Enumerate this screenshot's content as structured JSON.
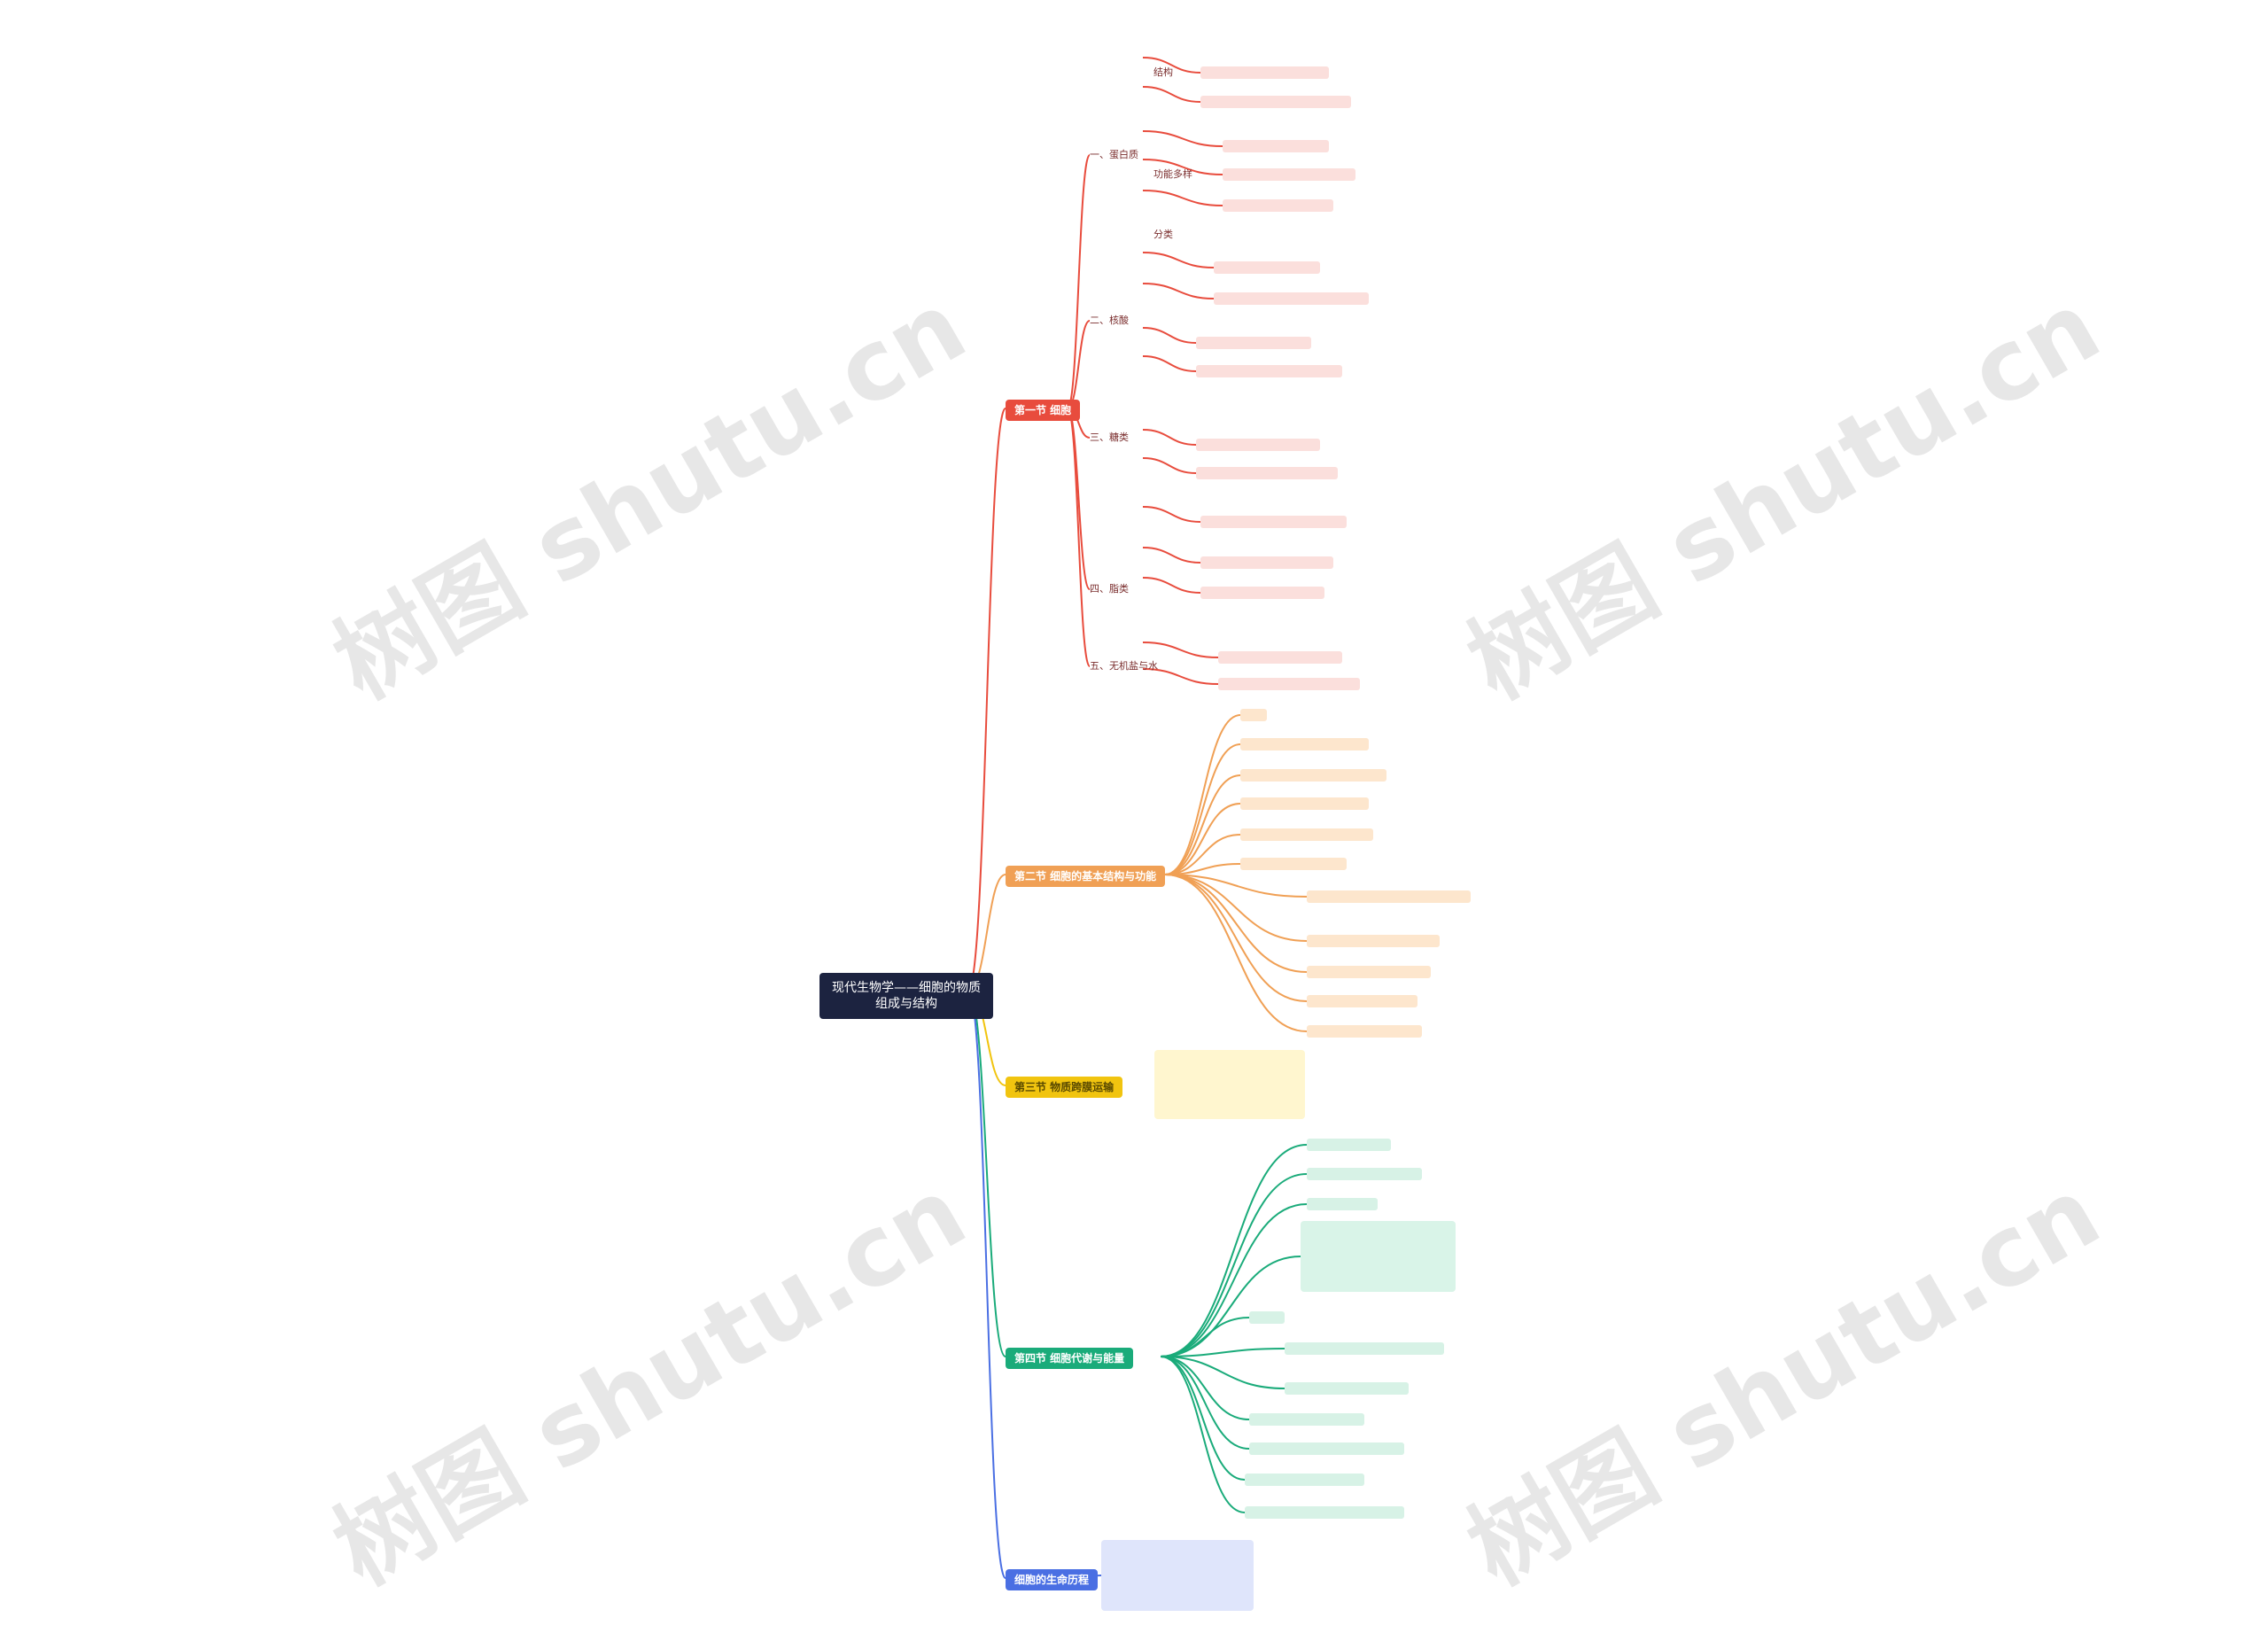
{
  "root": {
    "label": "现代生物学——细胞的物质组成与结构"
  },
  "watermark": "树图 shutu.cn",
  "colors": {
    "c1": "#e84c3d",
    "c2": "#f0a055",
    "c3": "#f1c40f",
    "c4": "#1aab7a",
    "c5": "#4a6fe3"
  },
  "branches": [
    {
      "label": "第一节 细胞",
      "children": [
        {
          "label": "一、蛋白质"
        },
        {
          "label": "结构"
        },
        {
          "label": "功能多样"
        },
        {
          "label": "分类"
        },
        {
          "label": "二、核酸"
        },
        {
          "label": "三、糖类"
        },
        {
          "label": "四、脂类"
        },
        {
          "label": "五、无机盐与水"
        }
      ]
    },
    {
      "label": "第二节 细胞的基本结构与功能"
    },
    {
      "label": "第三节 物质跨膜运输"
    },
    {
      "label": "第四节 细胞代谢与能量"
    },
    {
      "label": "细胞的生命历程"
    }
  ]
}
